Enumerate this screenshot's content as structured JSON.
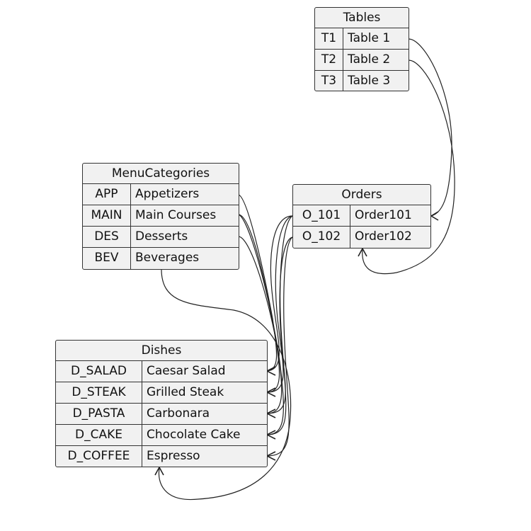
{
  "entities": {
    "tables": {
      "title": "Tables",
      "rows": [
        {
          "key": "T1",
          "value": "Table 1"
        },
        {
          "key": "T2",
          "value": "Table 2"
        },
        {
          "key": "T3",
          "value": "Table 3"
        }
      ]
    },
    "menu_categories": {
      "title": "MenuCategories",
      "rows": [
        {
          "key": "APP",
          "value": "Appetizers"
        },
        {
          "key": "MAIN",
          "value": "Main Courses"
        },
        {
          "key": "DES",
          "value": "Desserts"
        },
        {
          "key": "BEV",
          "value": "Beverages"
        }
      ]
    },
    "orders": {
      "title": "Orders",
      "rows": [
        {
          "key": "O_101",
          "value": "Order101"
        },
        {
          "key": "O_102",
          "value": "Order102"
        }
      ]
    },
    "dishes": {
      "title": "Dishes",
      "rows": [
        {
          "key": "D_SALAD",
          "value": "Caesar Salad"
        },
        {
          "key": "D_STEAK",
          "value": "Grilled Steak"
        },
        {
          "key": "D_PASTA",
          "value": "Carbonara"
        },
        {
          "key": "D_CAKE",
          "value": "Chocolate Cake"
        },
        {
          "key": "D_COFFEE",
          "value": "Espresso"
        }
      ]
    }
  },
  "relations": [
    {
      "from": "T1",
      "to": "O_101"
    },
    {
      "from": "T2",
      "to": "O_102"
    },
    {
      "from": "APP",
      "to": "D_SALAD"
    },
    {
      "from": "MAIN",
      "to": "D_STEAK"
    },
    {
      "from": "MAIN",
      "to": "D_PASTA"
    },
    {
      "from": "DES",
      "to": "D_CAKE"
    },
    {
      "from": "BEV",
      "to": "D_COFFEE"
    },
    {
      "from": "O_101",
      "to": "D_SALAD"
    },
    {
      "from": "O_101",
      "to": "D_STEAK"
    },
    {
      "from": "O_101",
      "to": "D_CAKE"
    },
    {
      "from": "O_102",
      "to": "D_PASTA"
    },
    {
      "from": "O_102",
      "to": "D_COFFEE"
    }
  ]
}
